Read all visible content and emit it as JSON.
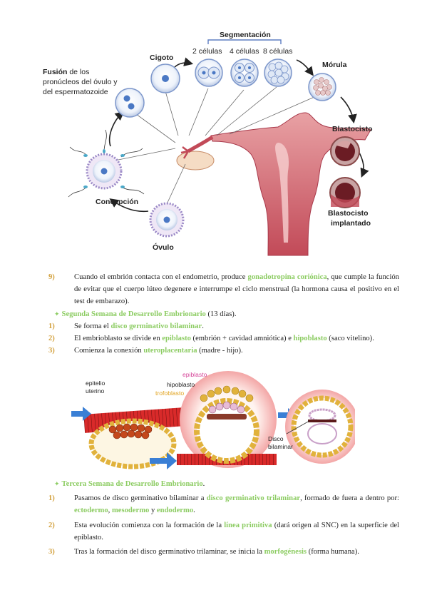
{
  "fig1": {
    "label_fusion_bold": "Fusión",
    "label_fusion_rest1": " de los",
    "label_fusion_rest2": "pronúcleos del óvulo y",
    "label_fusion_rest3": "del espermatozoide",
    "label_cigoto": "Cigoto",
    "label_segmentacion": "Segmentación",
    "label_2cel": "2 células",
    "label_4cel": "4 células",
    "label_8cel": "8 células",
    "label_morula": "Mórula",
    "label_blastocisto": "Blastocisto",
    "label_implantado1": "Blastocisto",
    "label_implantado2": "implantado",
    "label_concepcion": "Concepción",
    "label_ovulo": "Óvulo"
  },
  "item9": {
    "num": "9)",
    "t1": "Cuando el embrión contacta con el endometrio, produce ",
    "h1": "gonadotropina coriónica",
    "t2": ", que cumple la función de evitar que el cuerpo lúteo degenere e interrumpe el ciclo menstrual (la hormona causa el positivo en el test de embarazo)."
  },
  "sec2": {
    "bullet": "✦",
    "title": "Segunda Semana de Desarrollo Embrionario",
    "title_rest": " (13 días).",
    "items": [
      {
        "num": "1)",
        "t1": "Se forma el ",
        "h1": "disco germinativo bilaminar",
        "t2": "."
      },
      {
        "num": "2)",
        "t1": "El embrioblasto se divide en ",
        "h1": "epiblasto",
        "t2": " (embrión + cavidad amniótica) e ",
        "h2": "hipoblasto",
        "t3": " (saco vitelino)."
      },
      {
        "num": "3)",
        "t1": "Comienza la conexión ",
        "h1": "uteroplacentaria",
        "t2": " (madre - hijo)."
      }
    ]
  },
  "fig2": {
    "label_epitelio1": "epitelio",
    "label_epitelio2": "uterino",
    "label_epiblasto": "epiblasto",
    "label_hipoblasto": "hipoblasto",
    "label_trofoblasto": "trofoblasto",
    "label_disco1": "Disco",
    "label_disco2": "bilaminar"
  },
  "sec3": {
    "bullet": "✦",
    "title": "Tercera Semana de Desarrollo Embrionario",
    "title_rest": ".",
    "items": [
      {
        "num": "1)",
        "t1": "Pasamos de disco germinativo bilaminar a ",
        "h1": "disco germinativo trilaminar",
        "t2": ", formado de fuera a dentro por: ",
        "h2": "ectodermo",
        "t3": ", ",
        "h3": "mesodermo",
        "t4": " y ",
        "h4": "endodermo",
        "t5": "."
      },
      {
        "num": "2)",
        "t1": "Esta evolución comienza con la formación de la ",
        "h1": "línea primitiva",
        "t2": " (dará origen al SNC) en la superficie del epiblasto."
      },
      {
        "num": "3)",
        "t1": "Tras la formación del disco germinativo trilaminar, se inicia la ",
        "h1": "morfogénesis",
        "t2": " (forma humana)."
      }
    ]
  }
}
